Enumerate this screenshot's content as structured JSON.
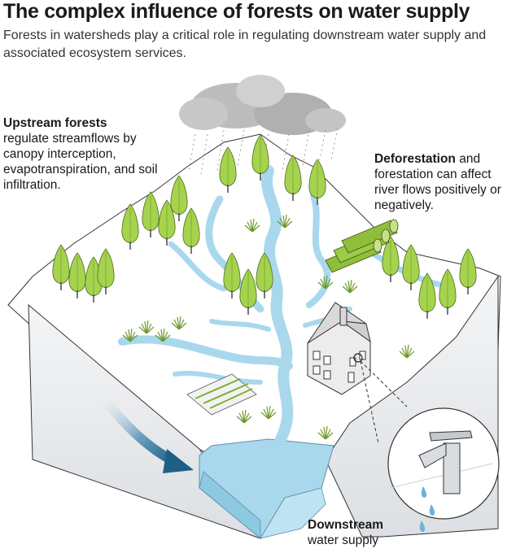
{
  "title": "The complex influence of forests on water supply",
  "subtitle": "Forests in watersheds play a critical role in regulating downstream water supply and associated ecosystem services.",
  "annotations": {
    "upstream": {
      "heading": "Upstream forests",
      "text": "regulate streamflows by canopy interception, evapotranspiration, and soil infiltration."
    },
    "deforestation": {
      "heading": "Deforestation",
      "text": " and forestation can affect river flows positively or negatively."
    },
    "downstream": {
      "heading": "Downstream",
      "text": "water supply"
    }
  },
  "colors": {
    "water": "#a9d8ec",
    "water_edge": "#7fbfdd",
    "tree": "#a6d34e",
    "tree_dark": "#7fae34",
    "terrain_side": "#e6e8eb",
    "arrow": "#1f5f86",
    "logs": "#8fbf3a"
  },
  "icons": [
    "cloud-icon",
    "rain-icon",
    "tree-icon",
    "log-pile-icon",
    "house-icon",
    "crop-field-icon",
    "faucet-icon",
    "water-drop-icon",
    "flow-arrow-icon"
  ]
}
